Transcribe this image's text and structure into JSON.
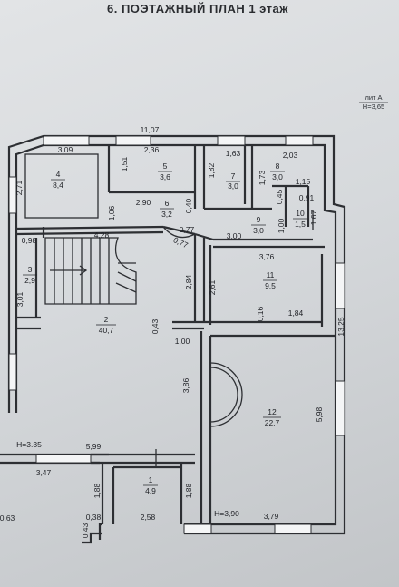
{
  "title": "6. ПОЭТАЖНЫЙ ПЛАН  1  этаж",
  "corner": {
    "lit": "лит А",
    "height": "Н=3,65"
  },
  "rooms": [
    {
      "num": "1",
      "area": "4,9"
    },
    {
      "num": "2",
      "area": "40,7"
    },
    {
      "num": "3",
      "area": "2,9"
    },
    {
      "num": "4",
      "area": "8,4"
    },
    {
      "num": "5",
      "area": "3,6"
    },
    {
      "num": "6",
      "area": "3,2"
    },
    {
      "num": "7",
      "area": "3,0"
    },
    {
      "num": "8",
      "area": "3,0"
    },
    {
      "num": "9",
      "area": "3,0"
    },
    {
      "num": "10",
      "area": "1,5"
    },
    {
      "num": "11",
      "area": "9,5"
    },
    {
      "num": "12",
      "area": "22,7"
    }
  ],
  "dims": {
    "d1107": "11,07",
    "d309": "3,09",
    "d236": "2,36",
    "d163": "1,63",
    "d203": "2,03",
    "d271": "2,71",
    "d151": "1,51",
    "d182": "1,82",
    "d173": "1,73",
    "d115": "1,15",
    "d290": "2,90",
    "d040": "0,40",
    "d045": "0,45",
    "d091": "0,91",
    "d106": "1,06",
    "d077a": "0,77",
    "d077b": "0,77",
    "d100a": "1,00",
    "d167": "1,67",
    "d098": "0,98",
    "d428": "4,28",
    "d300": "3.00",
    "d376": "3,76",
    "d284": "2,84",
    "d261": "2,61",
    "d301": "3,01",
    "d016": "0,16",
    "d184": "1,84",
    "d043a": "0,43",
    "d100b": "1,00",
    "d1325": "13,25",
    "d386": "3,86",
    "d598": "5,98",
    "h335": "Н=3.35",
    "d599": "5,99",
    "d347": "3,47",
    "d188a": "1,88",
    "d188b": "1,88",
    "d063": "0,63",
    "d038": "0,38",
    "d258": "2,58",
    "h390": "Н=3,90",
    "d379": "3,79",
    "d043b": "0,43"
  }
}
